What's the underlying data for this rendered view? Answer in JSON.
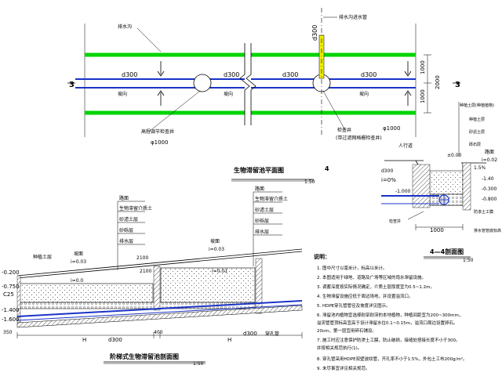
{
  "colors": {
    "plant_strip": "#00d400",
    "pipe": "#1a33c8",
    "lime_tube": "#f0f000",
    "hatch": "#2a2a2a"
  },
  "plan": {
    "section_mark_left": "3",
    "section_mark_right": "3",
    "top_labels": [
      "排水沟",
      "排水沟进水管"
    ],
    "pipe_dia_labels": [
      "d300",
      "d300",
      "d300",
      "d300"
    ],
    "vertical_pipe_label": "d300",
    "well_notes": [
      "高程调节检查井",
      "检查井"
    ],
    "well_dia": "φ1000",
    "well_dia2": "φ1000",
    "well_note_sub": "(带过滤网格栅检查井)",
    "slope_labels": [
      "坡向",
      "坡向",
      "坡向"
    ],
    "dims": [
      "1000",
      "1000",
      "2000"
    ],
    "caption": "生物滞留池平面图",
    "caption_scale": "1:50"
  },
  "profile": {
    "left_elevs": [
      "-0.200",
      "-0.750",
      "-1.400",
      "-1.600"
    ],
    "left_code": "C25",
    "layers_left": [
      "路面",
      "生物滞留介质土",
      "砂滤土层",
      "砂砾层",
      "排水层"
    ],
    "layers_right": [
      "路面",
      "生物滞留介质土",
      "砂滤土层",
      "砂砾层",
      "排水层"
    ],
    "slope_labels": [
      "i=0.0",
      "i=0.01"
    ],
    "slope_top": "坡面",
    "slope_top_val": "i=0.03",
    "dims": [
      "2100",
      "2100",
      "400",
      "350"
    ],
    "pipe_labels": [
      "d300",
      "d300",
      "穿孔管"
    ],
    "h_marks": [
      "H",
      "H"
    ],
    "left_top": "种植土层",
    "left_top2": "坡面",
    "left_slope": "i=0.03",
    "caption": "阶梯式生物滞留池剖面图",
    "caption_scale": "1:50"
  },
  "section44": {
    "top_labels": [
      "种植土层(种植植物)",
      "种植土层",
      "砂滤土层",
      "砾石层"
    ],
    "right_top": "路面",
    "right_slope": "i=0.02",
    "right_pct": "1.5%",
    "elev_labels": [
      "±0.00",
      "-1.40",
      "-1.000",
      "-0.300",
      "-0.800"
    ],
    "mark_4": "4",
    "left_note": "人行道",
    "left_dia": "d300",
    "left_pct": "i=0%",
    "dim_bottom": "1000",
    "side_labels": [
      "防渗土工膜",
      "排水管管底标高"
    ],
    "well_label": "检查井",
    "caption": "4—4剖面图",
    "caption_scale": "1:50"
  },
  "notes": {
    "title": "说明：",
    "items": [
      "1. 图中尺寸以毫米计，标高以米计。",
      "2. 本图适用于绿地、道路及广场等区域的雨水滞留设施。",
      "3. 调蓄深度按实际情况确定，介质土层厚度宜为0.5~1.2m。",
      "4. 生物滞留设施应低于周边场地，并设置溢流口。",
      "5. HDPE穿孔管管径及坡度详见图示。",
      "6. 滞留池内植物宜选择耐旱耐涝的本地植物，种植间距宜为200~300mm，",
      "   溢流管管顶标高宜高于设计滞留水位0.1~0.15m，溢流口周边设置卵石。",
      "   20cm，第一层宜用碎石铺设。",
      "7. 施工时应注意保护防渗土工膜，防止破损，接缝处搭接长度不小于300。",
      "   并按相关规范执行(1)。",
      "8. 穿孔管采用HDPE双壁波纹管，开孔率不小于1.5%，外包土工布200g/m²。",
      "9. 未尽事宜详见相关规范。"
    ]
  }
}
